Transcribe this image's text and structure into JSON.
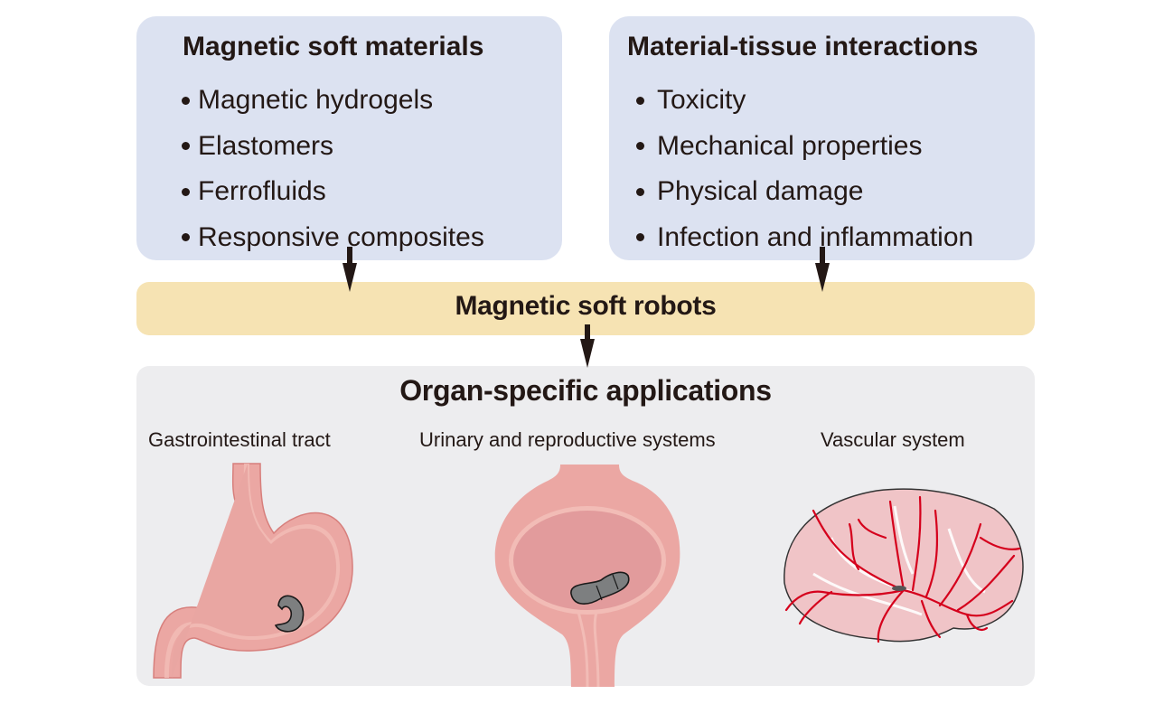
{
  "materials": {
    "title": "Magnetic soft materials",
    "items": [
      "Magnetic hydrogels",
      "Elastomers",
      "Ferrofluids",
      "Responsive composites"
    ]
  },
  "interactions": {
    "title": "Material-tissue interactions",
    "items": [
      "Toxicity",
      "Mechanical properties",
      "Physical damage",
      "Infection and inflammation"
    ]
  },
  "robots": {
    "title": "Magnetic soft robots"
  },
  "applications": {
    "title": "Organ-specific applications",
    "organs": [
      {
        "label": "Gastrointestinal tract",
        "icon": "stomach-icon"
      },
      {
        "label": "Urinary and reproductive systems",
        "icon": "bladder-icon"
      },
      {
        "label": "Vascular system",
        "icon": "brain-vasculature-icon"
      }
    ]
  },
  "colors": {
    "top_box": "#dce2f1",
    "robots_box": "#f6e3b3",
    "applications_box": "#ededef",
    "arrow": "#231815",
    "organ_tissue": "#eba7a3",
    "robot_gray": "#7d7f80",
    "vessel_red": "#d5001c"
  }
}
